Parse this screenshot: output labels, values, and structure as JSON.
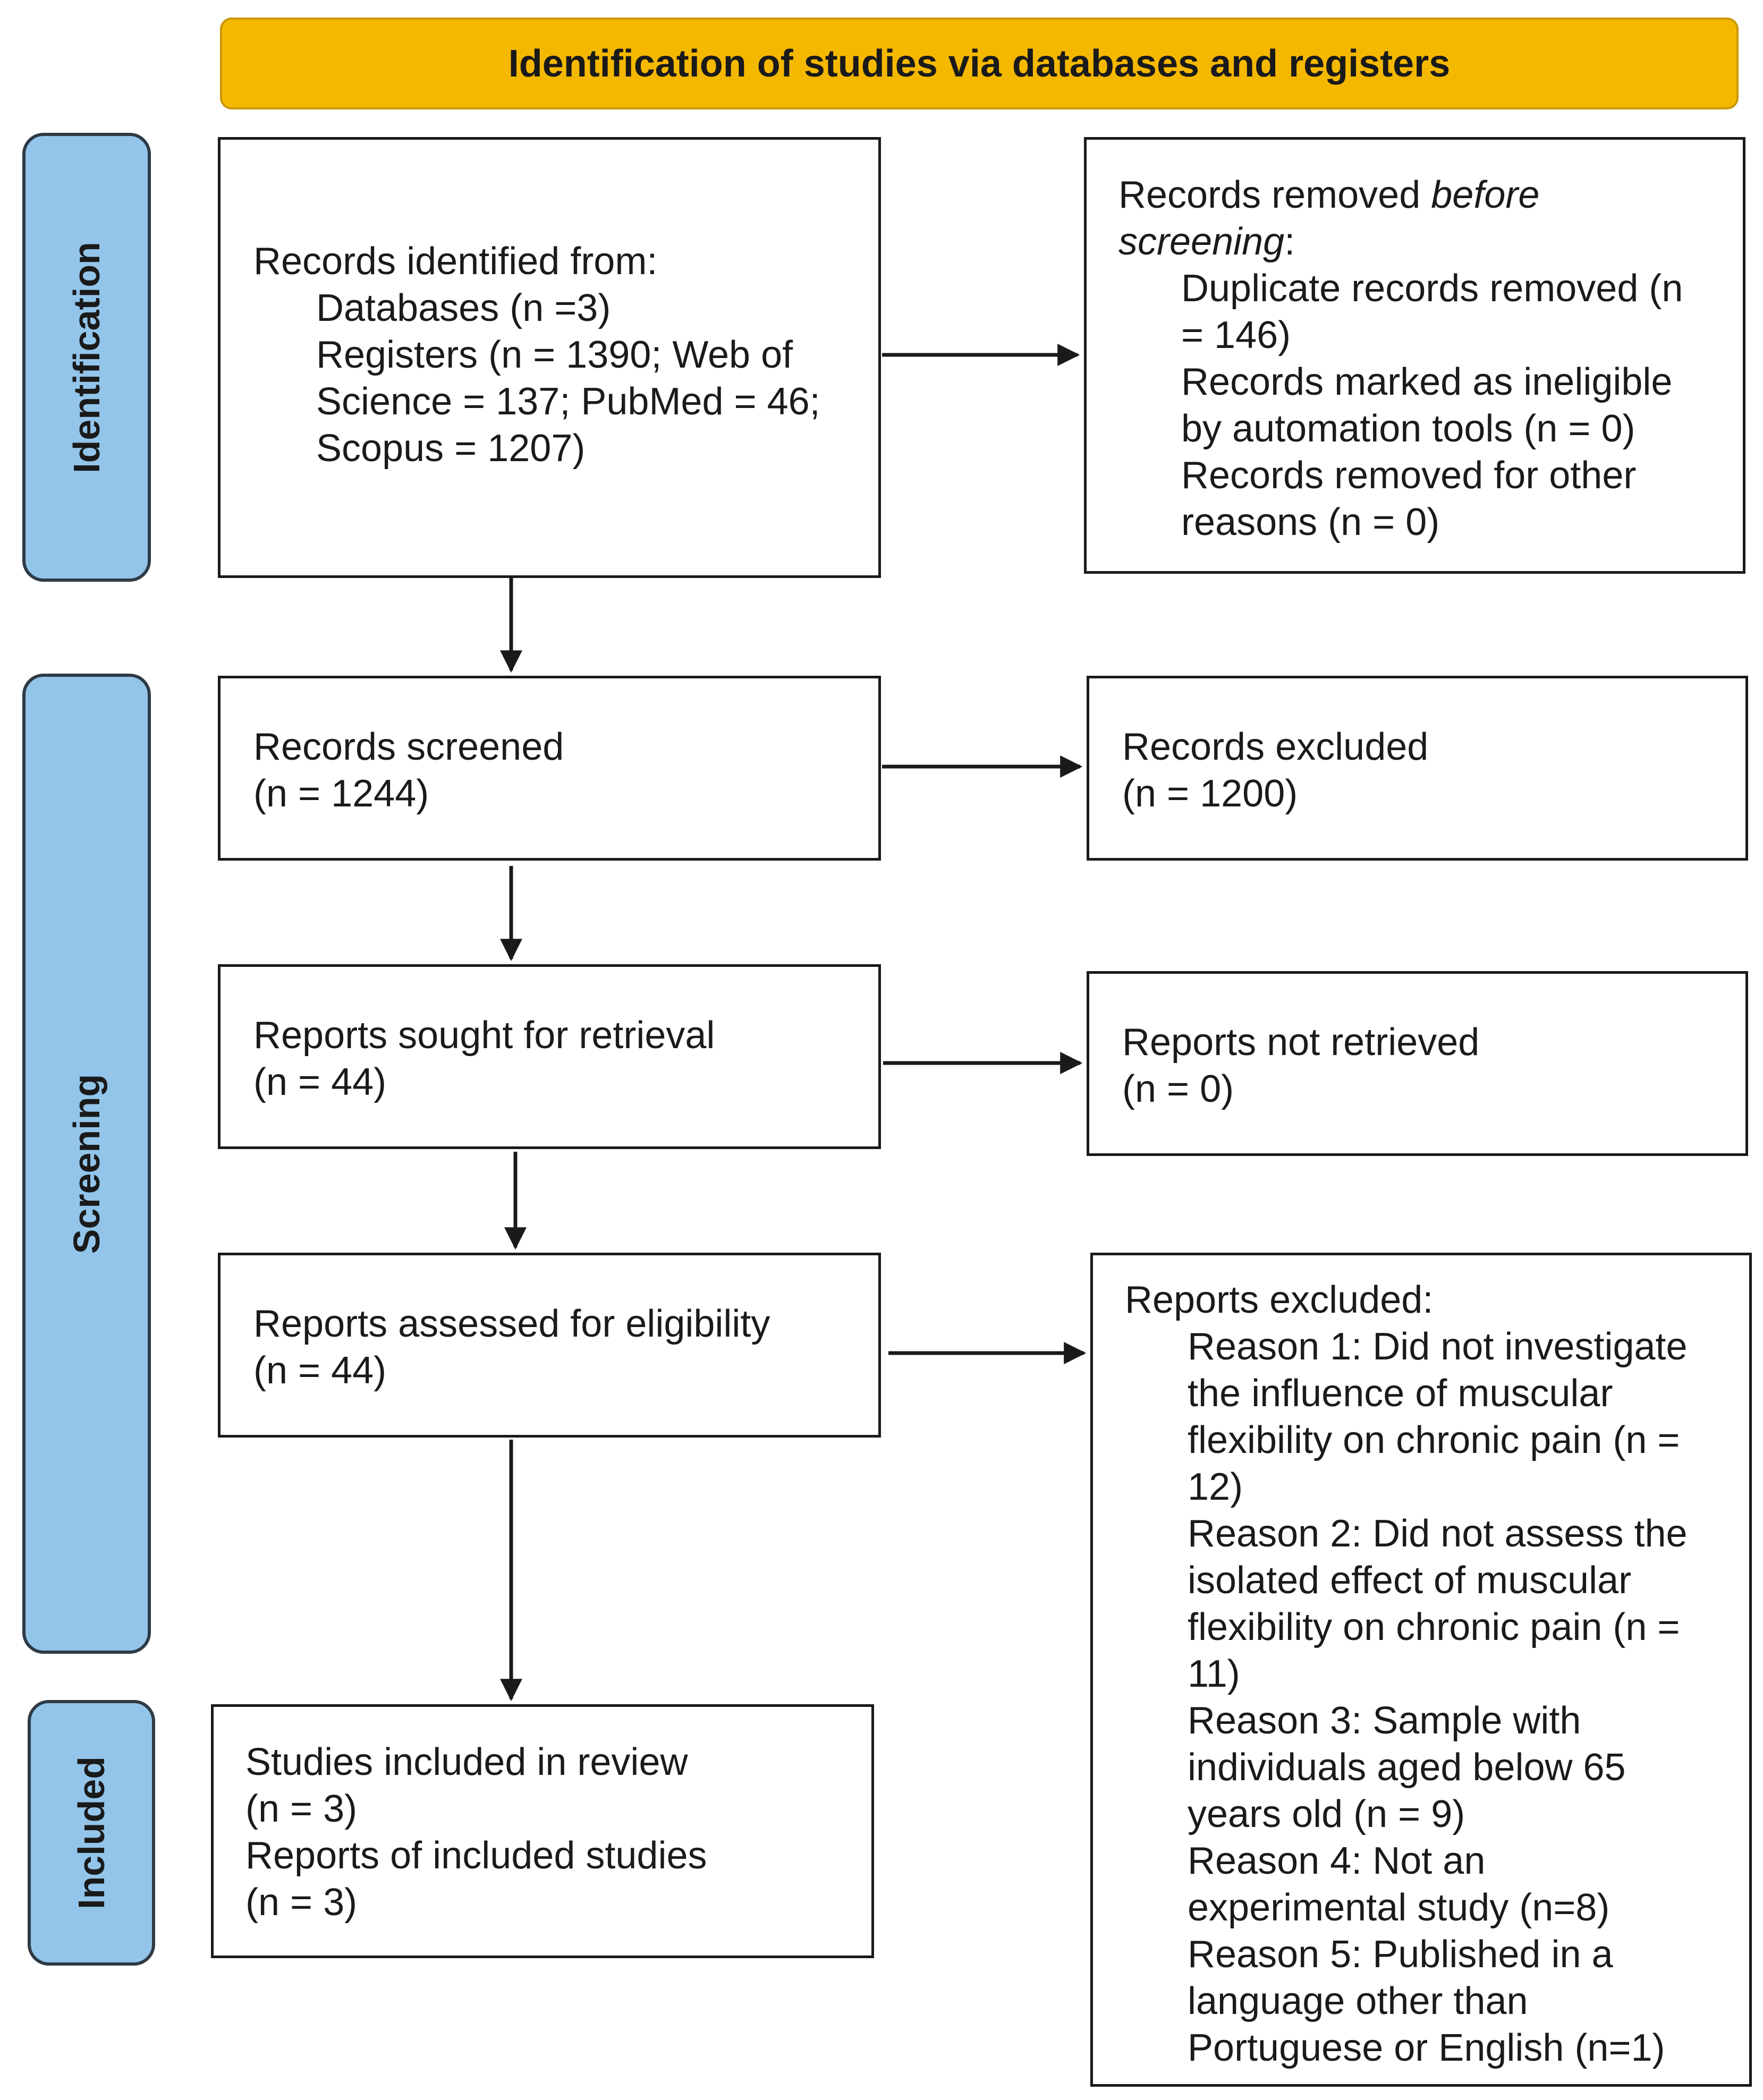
{
  "header": "Identification of studies via databases and registers",
  "phases": {
    "identification": "Identification",
    "screening": "Screening",
    "included": "Included"
  },
  "identified": {
    "title": "Records identified from:",
    "lines": [
      "Databases (n =3)",
      "Registers (n = 1390; Web of",
      "Science = 137; PubMed = 46;",
      "Scopus = 1207)"
    ]
  },
  "removed": {
    "title_prefix": "Records removed ",
    "title_em1": "before",
    "title_em2": "screening",
    "title_suffix": ":",
    "lines": [
      "Duplicate records removed (n",
      "= 146)",
      "Records marked as ineligible",
      "by automation tools (n = 0)",
      "Records removed for other",
      "reasons (n = 0)"
    ]
  },
  "screened": {
    "title": "Records screened",
    "count": "(n = 1244)"
  },
  "excluded": {
    "title": "Records excluded",
    "count": "(n = 1200)"
  },
  "sought": {
    "title": "Reports sought for retrieval",
    "count": "(n = 44)"
  },
  "not_retrieved": {
    "title": "Reports not retrieved",
    "count": "(n = 0)"
  },
  "assessed": {
    "title": "Reports assessed for eligibility",
    "count": "(n = 44)"
  },
  "reports_excluded": {
    "title": "Reports excluded:",
    "lines": [
      "Reason 1: Did not investigate",
      "the influence of muscular",
      "flexibility on chronic pain (n =",
      "12)",
      "Reason 2: Did not assess the",
      "isolated effect of muscular",
      "flexibility on chronic pain (n =",
      "11)",
      "Reason 3: Sample with",
      "individuals aged below 65",
      "years old (n = 9)",
      "Reason 4: Not an",
      "experimental study (n=8)",
      "Reason 5: Published in a",
      "language other than",
      "Portuguese or English (n=1)"
    ]
  },
  "included": {
    "lines": [
      "Studies included in review",
      "(n = 3)",
      "Reports of included studies",
      "(n = 3)"
    ]
  }
}
